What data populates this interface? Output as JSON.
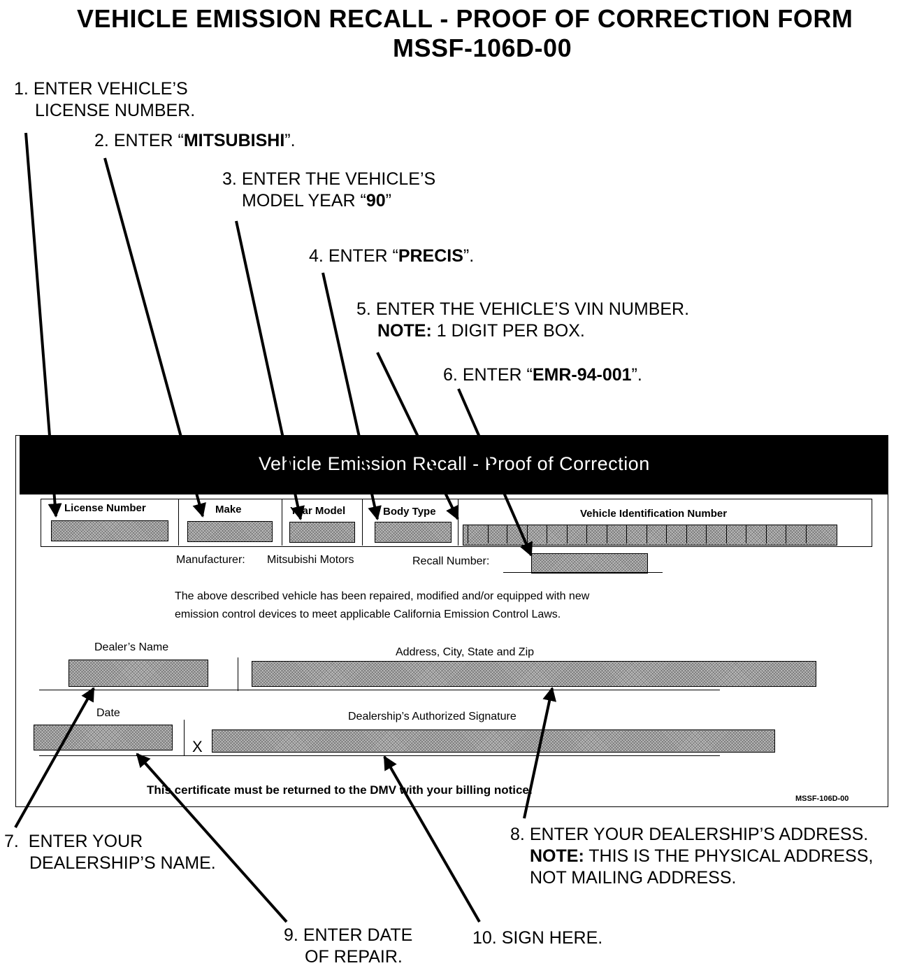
{
  "page": {
    "title_line1": "VEHICLE EMISSION RECALL - PROOF OF CORRECTION FORM",
    "title_line2": "MSSF-106D-00"
  },
  "instructions": [
    {
      "num": "1.",
      "lines": [
        "ENTER VEHICLE’S",
        "LICENSE NUMBER."
      ]
    },
    {
      "num": "2.",
      "pre": "ENTER “",
      "bold": "MITSUBISHI",
      "post": "”."
    },
    {
      "num": "3.",
      "lines": [
        "ENTER THE VEHICLE’S"
      ],
      "line2_pre": "MODEL YEAR “",
      "line2_bold": "90",
      "line2_post": "”"
    },
    {
      "num": "4.",
      "pre": "ENTER “",
      "bold": "PRECIS",
      "post": "”."
    },
    {
      "num": "5.",
      "line1": "ENTER THE VEHICLE’S VIN NUMBER.",
      "note_label": "NOTE:",
      "note_text": " 1 DIGIT PER BOX."
    },
    {
      "num": "6.",
      "pre": "ENTER “",
      "bold": "EMR-94-001",
      "post": "”."
    },
    {
      "num": "7.",
      "lines": [
        "ENTER YOUR",
        "DEALERSHIP’S NAME."
      ]
    },
    {
      "num": "8.",
      "line1": "ENTER YOUR DEALERSHIP’S ADDRESS.",
      "note_label": "NOTE:",
      "note_text": " THIS IS THE PHYSICAL ADDRESS,",
      "line3": "NOT MAILING ADDRESS."
    },
    {
      "num": "9.",
      "lines": [
        "ENTER DATE",
        "OF REPAIR."
      ]
    },
    {
      "num": "10.",
      "lines": [
        "SIGN HERE."
      ]
    }
  ],
  "form": {
    "header": "Vehicle Emission Recall - Proof of Correction",
    "labels": {
      "license_number": "License Number",
      "make": "Make",
      "year_model": "Year Model",
      "body_type": "Body Type",
      "vin": "Vehicle Identification Number",
      "manufacturer_label": "Manufacturer:",
      "manufacturer_value": "Mitsubishi Motors",
      "recall_number": "Recall Number:",
      "dealer_name": "Dealer’s Name",
      "address": "Address, City, State and Zip",
      "date": "Date",
      "signature": "Dealership’s Authorized Signature",
      "signature_x": "X"
    },
    "vin_box_count": 17,
    "statement_line1": "The above described vehicle has been repaired, modified and/or equipped with new",
    "statement_line2": "emission control devices to meet applicable California Emission Control Laws.",
    "footer_note": "This certificate must be returned to the DMV with your billing notice.",
    "form_id": "MSSF-106D-00"
  }
}
